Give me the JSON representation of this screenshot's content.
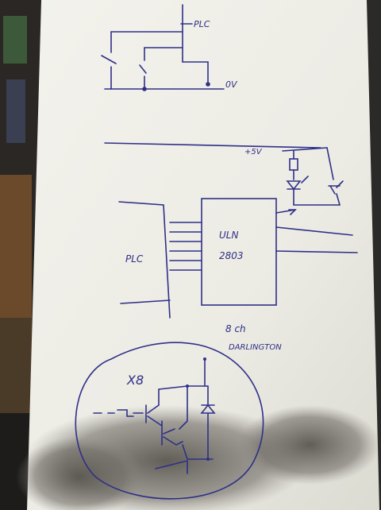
{
  "photo": {
    "subject": "hand-drawn circuit sketch on paper",
    "ink_color": "#2e3088",
    "paper_color": "#f1f0ea",
    "background_color": "#3a332c"
  },
  "labels": {
    "top_plc": "PLC",
    "top_0v": "0V",
    "supply": "+5V",
    "plc_mid": "PLC",
    "chip_line1": "ULN",
    "chip_line2": "2803",
    "channels": "8 ch",
    "darlington": "DARLINGTON",
    "x8": "X8"
  }
}
